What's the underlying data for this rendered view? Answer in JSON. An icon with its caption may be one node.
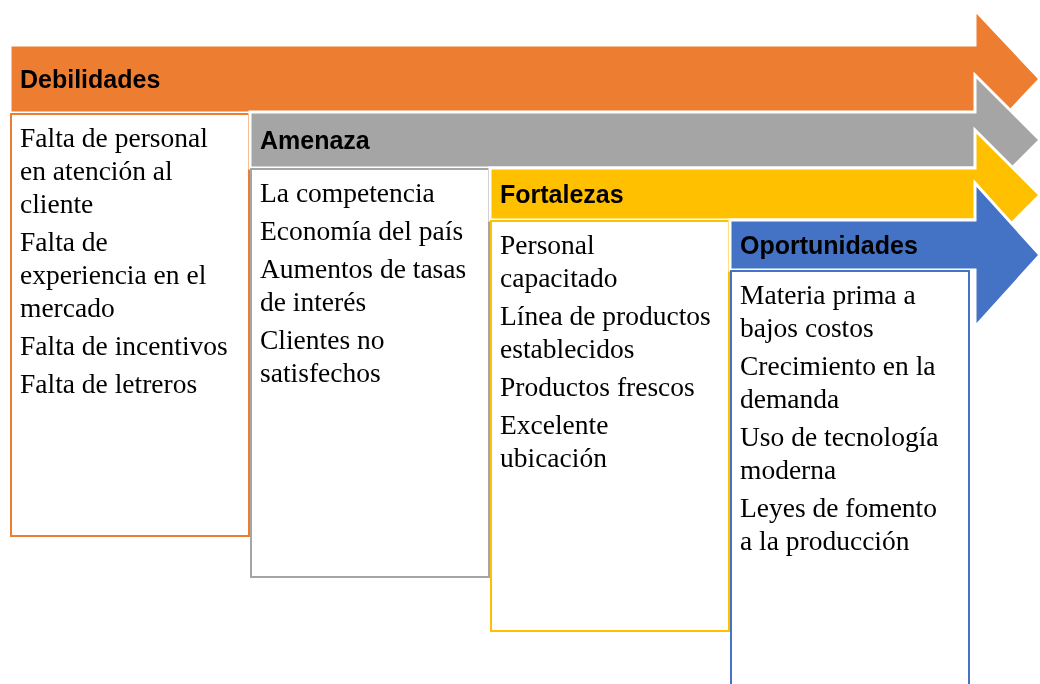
{
  "diagram": {
    "nodes": [
      {
        "text": [
          "Debilidades",
          "Falta de personal en atención al cliente",
          "Falta de experiencia en el mercado",
          "Falta de incentivos",
          "Falta de letreros"
        ]
      },
      {
        "text": [
          "Amenaza",
          "La competencia",
          "Economía del país",
          "Aumentos de tasas de interés",
          "Clientes no satisfechos"
        ]
      },
      {
        "text": [
          "Fortalezas",
          "Personal capacitado",
          "Línea de productos establecidos",
          "Productos frescos",
          "Excelente ubicación"
        ]
      },
      {
        "text": [
          "Oportunidades",
          "Materia prima a bajos costos",
          "Crecimiento en la demanda",
          "Uso de tecnología moderna",
          "Leyes de fomento a la producción"
        ]
      }
    ]
  }
}
